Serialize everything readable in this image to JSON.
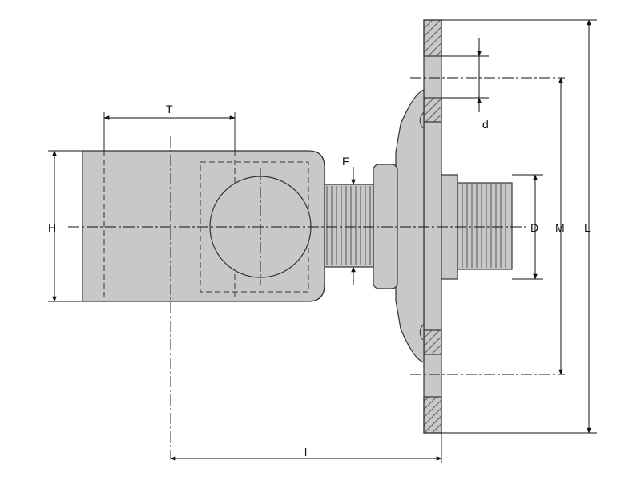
{
  "labels": {
    "T": "T",
    "H": "H",
    "F": "F",
    "d": "d",
    "D": "D",
    "M": "M",
    "L": "L",
    "l": "l"
  },
  "colors": {
    "body_fill": "#c8c8c8",
    "outline": "#333333",
    "line": "#111111",
    "hatch": "#222222"
  }
}
